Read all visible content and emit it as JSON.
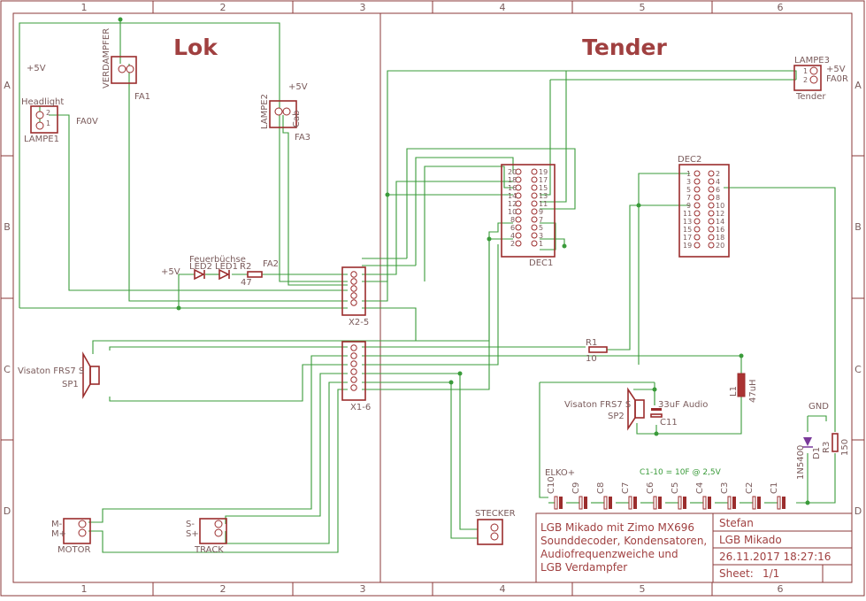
{
  "columns": [
    "1",
    "2",
    "3",
    "4",
    "5",
    "6"
  ],
  "rows": [
    "A",
    "B",
    "C",
    "D"
  ],
  "sections": {
    "left": "Lok",
    "right": "Tender"
  },
  "labels": {
    "plus5v": "+5V",
    "fa0v": "FA0V",
    "fa0r": "FA0R",
    "fa1": "FA1",
    "fa2": "FA2",
    "fa3": "FA3",
    "gnd": "GND",
    "headlight": "Headlight",
    "lampe1": "LAMPE1",
    "lampe2": "LAMPE2",
    "lampe3": "LAMPE3",
    "cab": "Cab",
    "tender": "Tender",
    "verdampfer": "VERDAMPFER",
    "feuerbuchse": "Feuerbüchse",
    "led1": "LED1",
    "led2": "LED2",
    "r2": "R2",
    "r2_value": "47",
    "r1": "R1",
    "r1_value": "10",
    "r3": "R3",
    "r3_value": "150",
    "d1": "D1",
    "d1_value": "1N5400",
    "l1": "L1",
    "l1_value": "47uH",
    "c11": "C11",
    "c11_value": "33uF Audio",
    "x2": "X2-5",
    "x1": "X1-6",
    "dec1": "DEC1",
    "dec2": "DEC2",
    "sp1_type": "Visaton FRS7 S",
    "sp1": "SP1",
    "sp2_type": "Visaton FRS7 S",
    "sp2": "SP2",
    "motor": "MOTOR",
    "motor_minus": "M-",
    "motor_plus": "M+",
    "track": "TRACK",
    "track_minus": "S-",
    "track_plus": "S+",
    "stecker": "STECKER",
    "elko": "ELKO+",
    "cap_note": "C1-10 = 10F @ 2,5V",
    "caps": [
      "C10",
      "C9",
      "C8",
      "C7",
      "C6",
      "C5",
      "C4",
      "C3",
      "C2",
      "C1"
    ]
  },
  "title_block": {
    "description": [
      "LGB Mikado mit Zimo MX696",
      "Sounddecoder, Kondensatoren,",
      "Audiofrequenzweiche und",
      "LGB Verdampfer"
    ],
    "author": "Stefan",
    "project": "LGB Mikado",
    "date": "26.11.2017 18:27:16",
    "sheet_label": "Sheet:",
    "sheet_value": "1/1"
  }
}
